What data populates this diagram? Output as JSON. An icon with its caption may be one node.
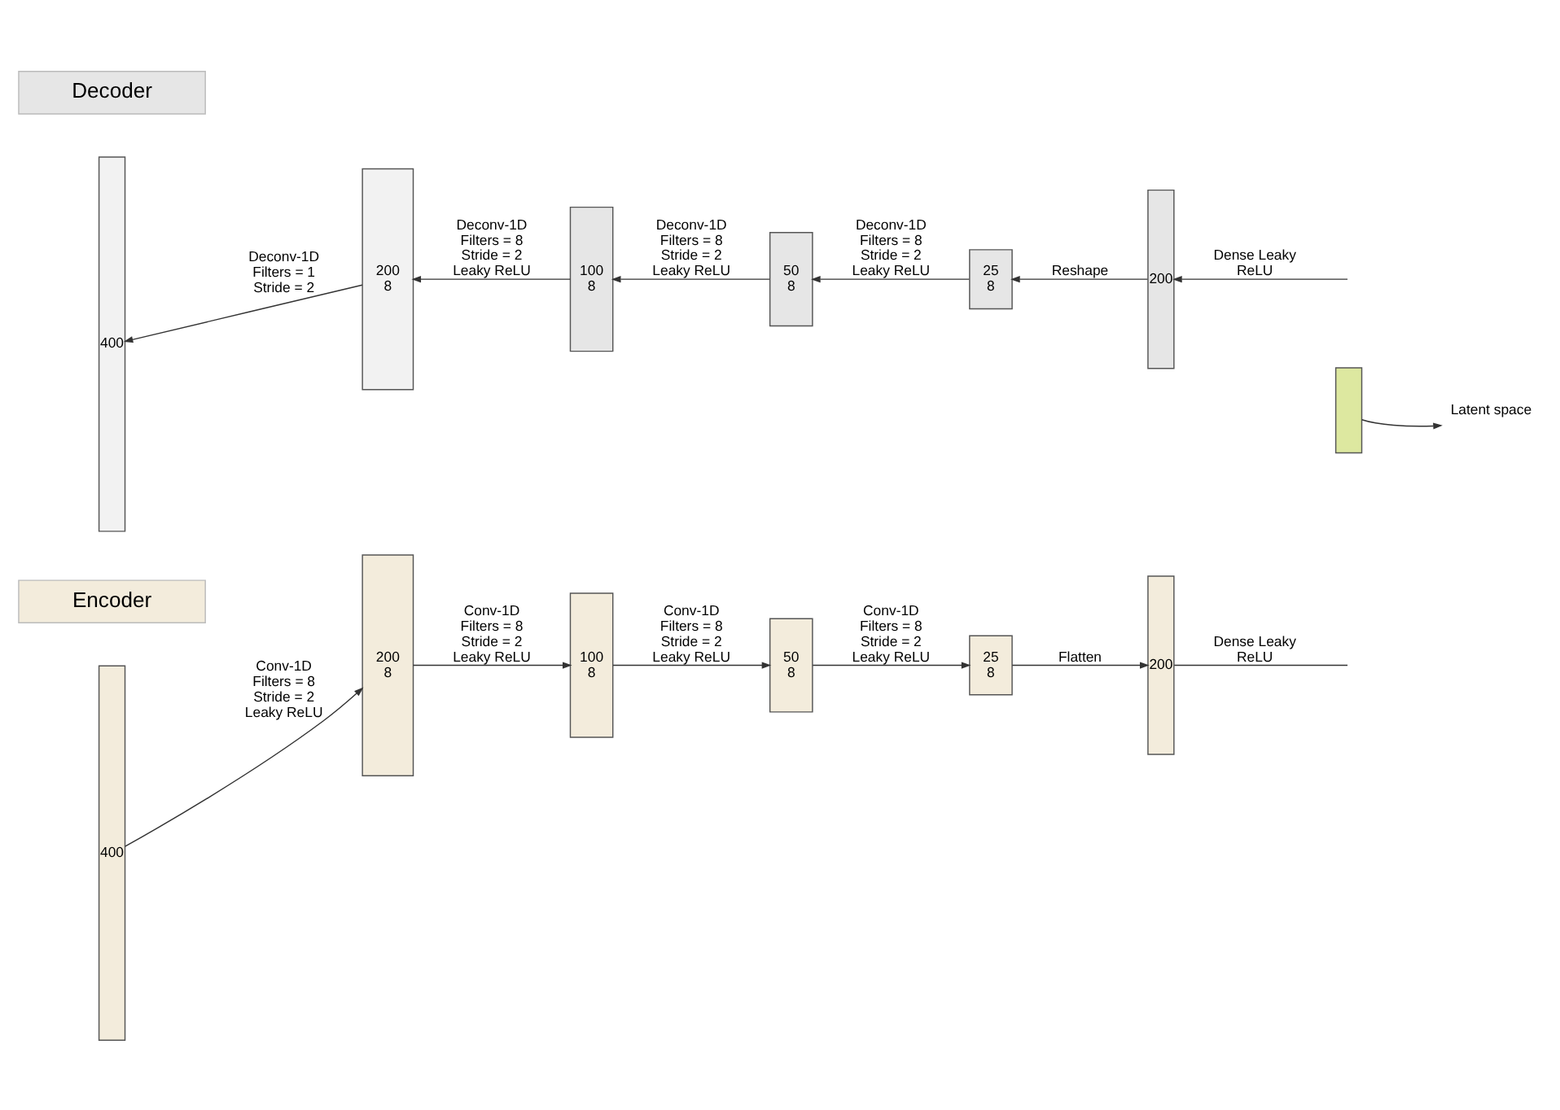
{
  "diagram": {
    "nodes": [
      {
        "text": [
          "Encoder"
        ]
      },
      {
        "text": [
          "400"
        ]
      },
      {
        "text": [
          "200",
          "8"
        ]
      },
      {
        "text": [
          "100",
          "8"
        ]
      },
      {
        "text": [
          "50",
          "8"
        ]
      },
      {
        "text": [
          "25",
          "8"
        ]
      },
      {
        "text": [
          "200"
        ]
      },
      {
        "text": [],
        "shape": "bar"
      },
      {
        "text": [
          "Latent space"
        ]
      },
      {
        "text": [
          "Decoder"
        ]
      },
      {
        "text": [
          "400"
        ]
      },
      {
        "text": [
          "200",
          "8"
        ]
      },
      {
        "text": [
          "100",
          "8"
        ]
      },
      {
        "text": [
          "50",
          "8"
        ]
      },
      {
        "text": [
          "25",
          "8"
        ]
      },
      {
        "text": [
          "200"
        ]
      }
    ],
    "edges": [
      {
        "from": 1,
        "to": 2,
        "arrow": "to",
        "label": "Conv-1D Filters = 8 Stride = 2 Leaky ReLU"
      },
      {
        "from": 2,
        "to": 3,
        "arrow": "to",
        "label": "Conv-1D Filters = 8 Stride = 2 Leaky ReLU"
      },
      {
        "from": 3,
        "to": 4,
        "arrow": "to",
        "label": "Conv-1D Filters = 8 Stride = 2 Leaky ReLU"
      },
      {
        "from": 4,
        "to": 5,
        "arrow": "to",
        "label": "Conv-1D Filters = 8 Stride = 2 Leaky ReLU"
      },
      {
        "from": 5,
        "to": 6,
        "arrow": "to",
        "label": "Flatten"
      },
      {
        "from": 6,
        "to": null,
        "arrow": "none",
        "label": "Dense Leaky ReLU"
      },
      {
        "from": 7,
        "to": 8,
        "arrow": "to"
      },
      {
        "from": 11,
        "to": 10,
        "arrow": "to",
        "label": "Deconv-1D Filters = 1 Stride = 2"
      },
      {
        "from": 12,
        "to": 11,
        "arrow": "to",
        "label": "Deconv-1D Filters = 8 Stride = 2 Leaky ReLU"
      },
      {
        "from": 13,
        "to": 12,
        "arrow": "to",
        "label": "Deconv-1D Filters = 8 Stride = 2 Leaky ReLU"
      },
      {
        "from": 14,
        "to": 13,
        "arrow": "to",
        "label": "Deconv-1D Filters = 8 Stride = 2 Leaky ReLU"
      },
      {
        "from": 15,
        "to": 14,
        "arrow": "to",
        "label": "Reshape"
      },
      {
        "from": null,
        "to": 15,
        "arrow": "to",
        "label": "Dense Leaky ReLU"
      }
    ]
  }
}
